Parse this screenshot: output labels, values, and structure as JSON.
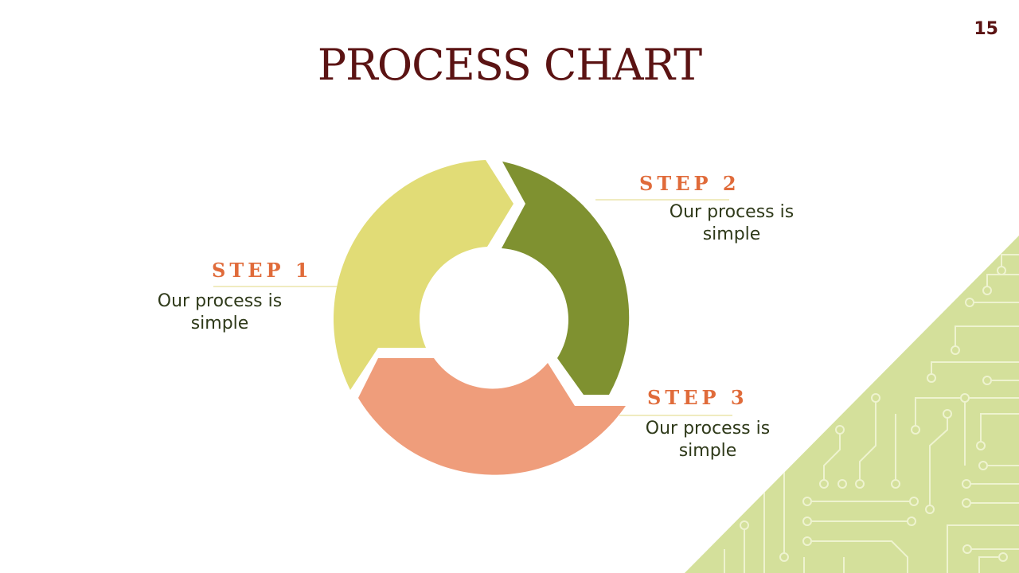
{
  "slide": {
    "page_number": "15",
    "title": "PROCESS CHART"
  },
  "steps": [
    {
      "label": "STEP 1",
      "description": "Our process is simple"
    },
    {
      "label": "STEP 2",
      "description": "Our process is simple"
    },
    {
      "label": "STEP 3",
      "description": "Our process is simple"
    }
  ],
  "colors": {
    "title": "#5b1313",
    "step_label": "#e06b3a",
    "description": "#2f3a1a",
    "segment_1": "#e1dc76",
    "segment_2": "#7f9130",
    "segment_3": "#ef9d7b",
    "circuit_bg": "#d4e09b",
    "circuit_line": "#eef3cf",
    "leader_line": "#e8df9a"
  }
}
